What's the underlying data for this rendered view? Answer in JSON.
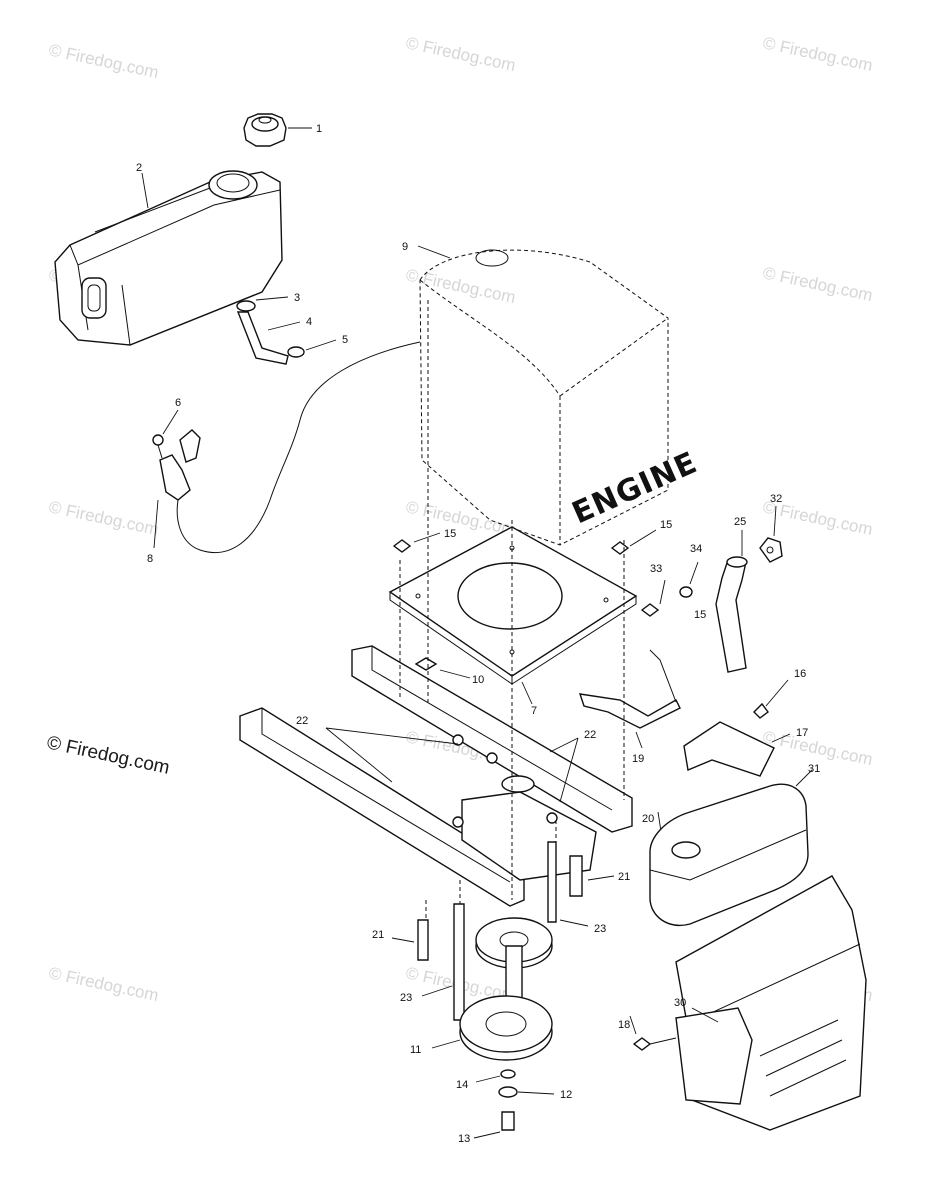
{
  "watermark": {
    "text": "© Firedog.com",
    "main_text": "© Firedog.com"
  },
  "engine_label": "ENGINE",
  "callouts": {
    "c1": "1",
    "c2": "2",
    "c3": "3",
    "c4": "4",
    "c5": "5",
    "c6": "6",
    "c7": "7",
    "c8": "8",
    "c9": "9",
    "c10": "10",
    "c11": "11",
    "c12": "12",
    "c13": "13",
    "c14": "14",
    "c15a": "15",
    "c15b": "15",
    "c15c": "15",
    "c16": "16",
    "c17": "17",
    "c18": "18",
    "c19": "19",
    "c20": "20",
    "c21a": "21",
    "c21b": "21",
    "c22a": "22",
    "c22b": "22",
    "c23a": "23",
    "c23b": "23",
    "c25": "25",
    "c30": "30",
    "c31": "31",
    "c32": "32",
    "c33": "33",
    "c34": "34"
  }
}
